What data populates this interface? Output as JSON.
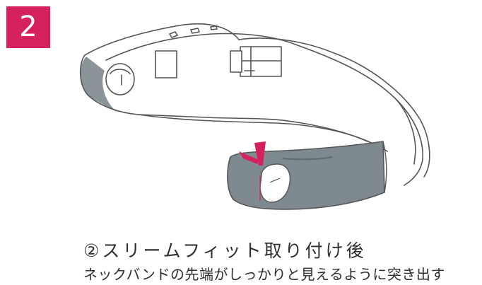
{
  "step": {
    "number": "2"
  },
  "caption": {
    "title": "②スリームフィット取り付け後",
    "subtitle": "ネックバンドの先端がしっかりと見えるように突き出す"
  },
  "colors": {
    "accent": "#d6215f",
    "band_shadow": "#8a9499",
    "band_outline": "#555555",
    "fit_cover": "#7f8a90"
  },
  "illustration": {
    "icons": [
      "neckband-icon",
      "slimfit-cover-icon",
      "pointer-marker-icon"
    ]
  }
}
